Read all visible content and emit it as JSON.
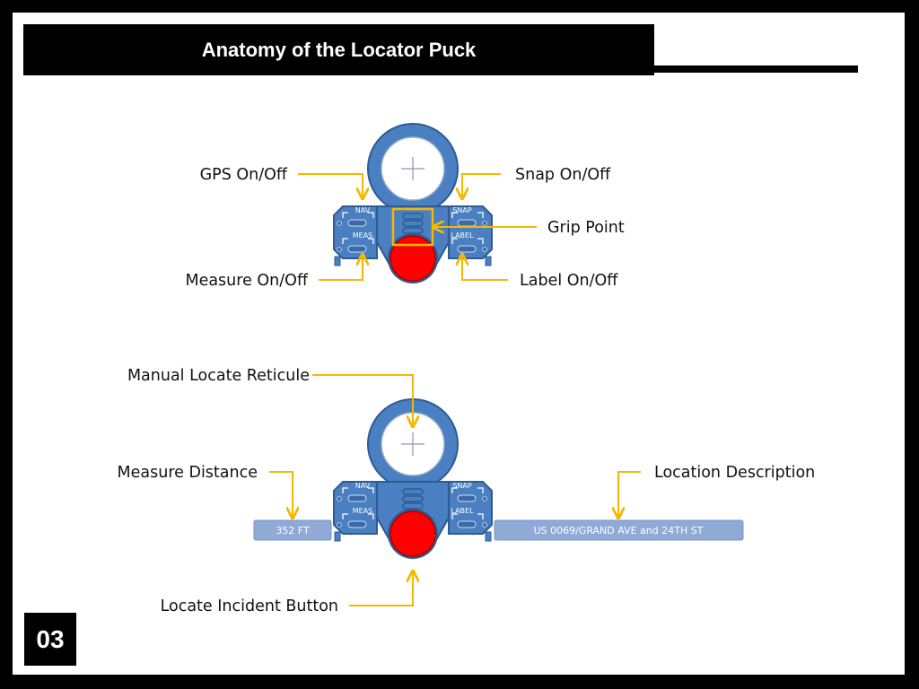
{
  "title": "Anatomy of the Locator Puck",
  "page_number": "03",
  "colors": {
    "puck_blue": "#4a7fc1",
    "puck_outline": "#2e5b94",
    "locate_button_red": "#ff0000",
    "callout_yellow": "#f5b800",
    "field_fill": "#8faad6"
  },
  "puck": {
    "buttons": {
      "nav": "NAV",
      "meas": "MEAS",
      "snap": "SNAP",
      "label": "LABEL"
    },
    "reticule_icon": "crosshair-icon"
  },
  "top_callouts": {
    "gps": "GPS On/Off",
    "snap": "Snap On/Off",
    "grip": "Grip Point",
    "measure": "Measure On/Off",
    "label": "Label On/Off"
  },
  "bottom_callouts": {
    "reticule": "Manual Locate Reticule",
    "measure_distance": "Measure Distance",
    "location_description": "Location Description",
    "locate_button": "Locate Incident Button"
  },
  "fields": {
    "distance_value": "352 FT",
    "location_value": "US 0069/GRAND AVE and 24TH ST"
  }
}
